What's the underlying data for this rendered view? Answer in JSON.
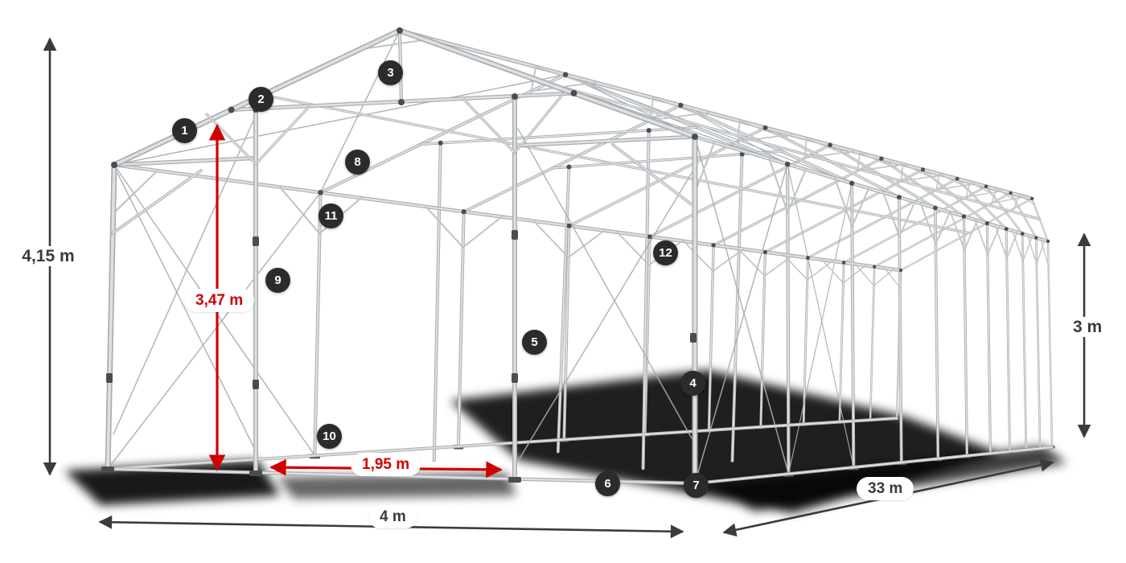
{
  "colors": {
    "background": "#ffffff",
    "frame": "#c2c5c7",
    "frame_dark": "#a9adb0",
    "frame_light": "#dde0e2",
    "joint": "#4a4d50",
    "dimension": "#3b3b3b",
    "accent_red": "#d10000",
    "badge_bg": "#2b2b2b",
    "badge_text": "#ffffff",
    "shadow": "#000000"
  },
  "dimensions": {
    "total_height": "4,15 m",
    "passage_height": "3,47 m",
    "passage_width": "1,95 m",
    "width": "4 m",
    "length": "33 m",
    "side_height": "3 m"
  },
  "callouts": [
    {
      "number": "1"
    },
    {
      "number": "2"
    },
    {
      "number": "3"
    },
    {
      "number": "4"
    },
    {
      "number": "5"
    },
    {
      "number": "6"
    },
    {
      "number": "7"
    },
    {
      "number": "8"
    },
    {
      "number": "9"
    },
    {
      "number": "10"
    },
    {
      "number": "11"
    },
    {
      "number": "12"
    }
  ]
}
